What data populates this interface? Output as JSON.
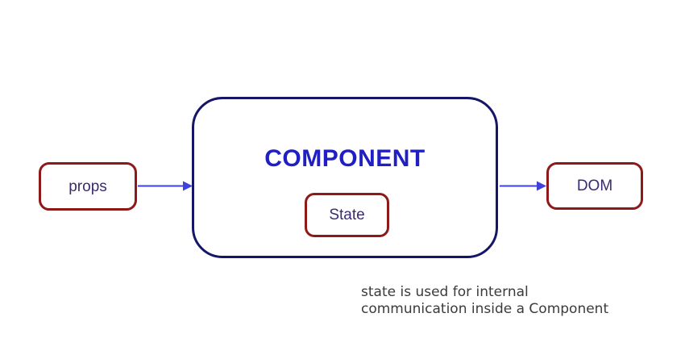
{
  "diagram": {
    "props": {
      "label": "props"
    },
    "component": {
      "title": "COMPONENT",
      "state": {
        "label": "State"
      }
    },
    "dom": {
      "label": "DOM"
    },
    "caption": {
      "line1": "state is used for internal",
      "line2": "communication inside a Component"
    }
  },
  "colors": {
    "background": "#ffffff",
    "box-border-red": "#8e1919",
    "component-border-navy": "#161668",
    "component-text-blue": "#1f1fc4",
    "label-text-purple": "#3c2b6e",
    "arrow-blue": "#4040dd",
    "caption-gray": "#3b3b3b"
  }
}
